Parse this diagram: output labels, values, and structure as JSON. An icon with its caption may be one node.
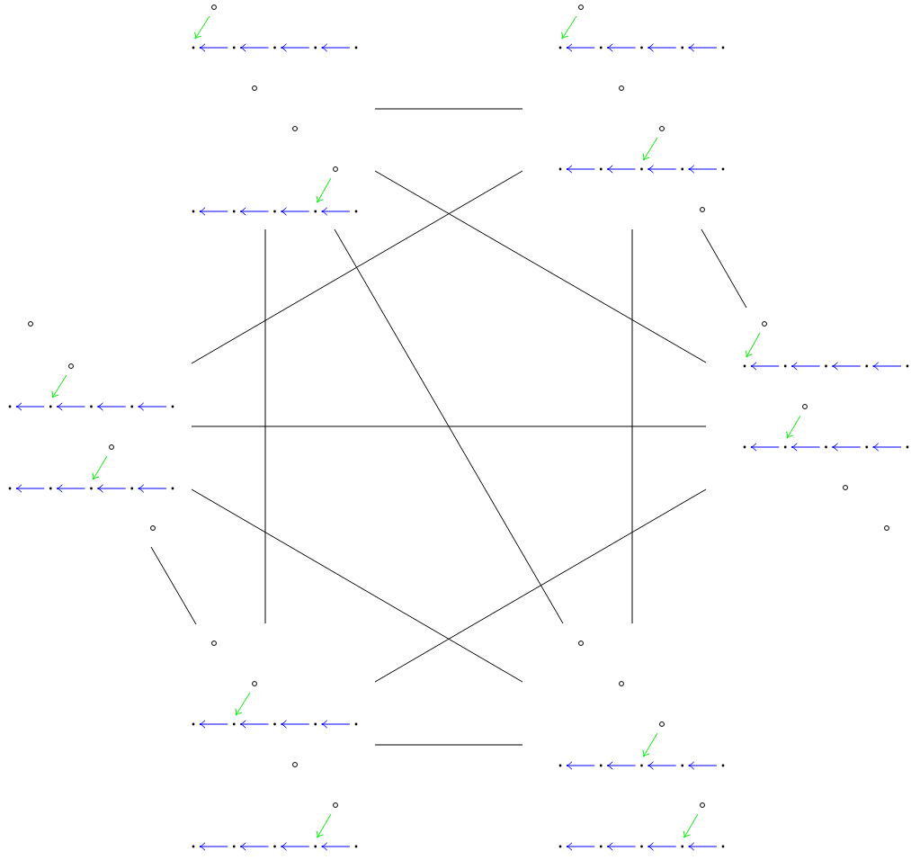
{
  "diagram": {
    "nodes": [
      {
        "text": [],
        "shape": "picture"
      },
      {
        "text": [],
        "shape": "picture"
      },
      {
        "text": [],
        "shape": "picture"
      },
      {
        "text": [],
        "shape": "picture"
      },
      {
        "text": [],
        "shape": "picture"
      },
      {
        "text": [],
        "shape": "picture"
      }
    ],
    "edges": [
      {
        "from": 0,
        "to": 1,
        "arrow": "none"
      },
      {
        "from": 0,
        "to": 3,
        "arrow": "none"
      },
      {
        "from": 1,
        "to": 2,
        "arrow": "none"
      },
      {
        "from": 0,
        "to": 4,
        "arrow": "none"
      },
      {
        "from": 0,
        "to": 5,
        "arrow": "none"
      },
      {
        "from": 1,
        "to": 5,
        "arrow": "none"
      },
      {
        "from": 1,
        "to": 3,
        "arrow": "none"
      },
      {
        "from": 2,
        "to": 3,
        "arrow": "none"
      },
      {
        "from": 2,
        "to": 5,
        "arrow": "none"
      },
      {
        "from": 3,
        "to": 4,
        "arrow": "none"
      },
      {
        "from": 2,
        "to": 4,
        "arrow": "none"
      },
      {
        "from": 4,
        "to": 5,
        "arrow": "none"
      }
    ]
  }
}
